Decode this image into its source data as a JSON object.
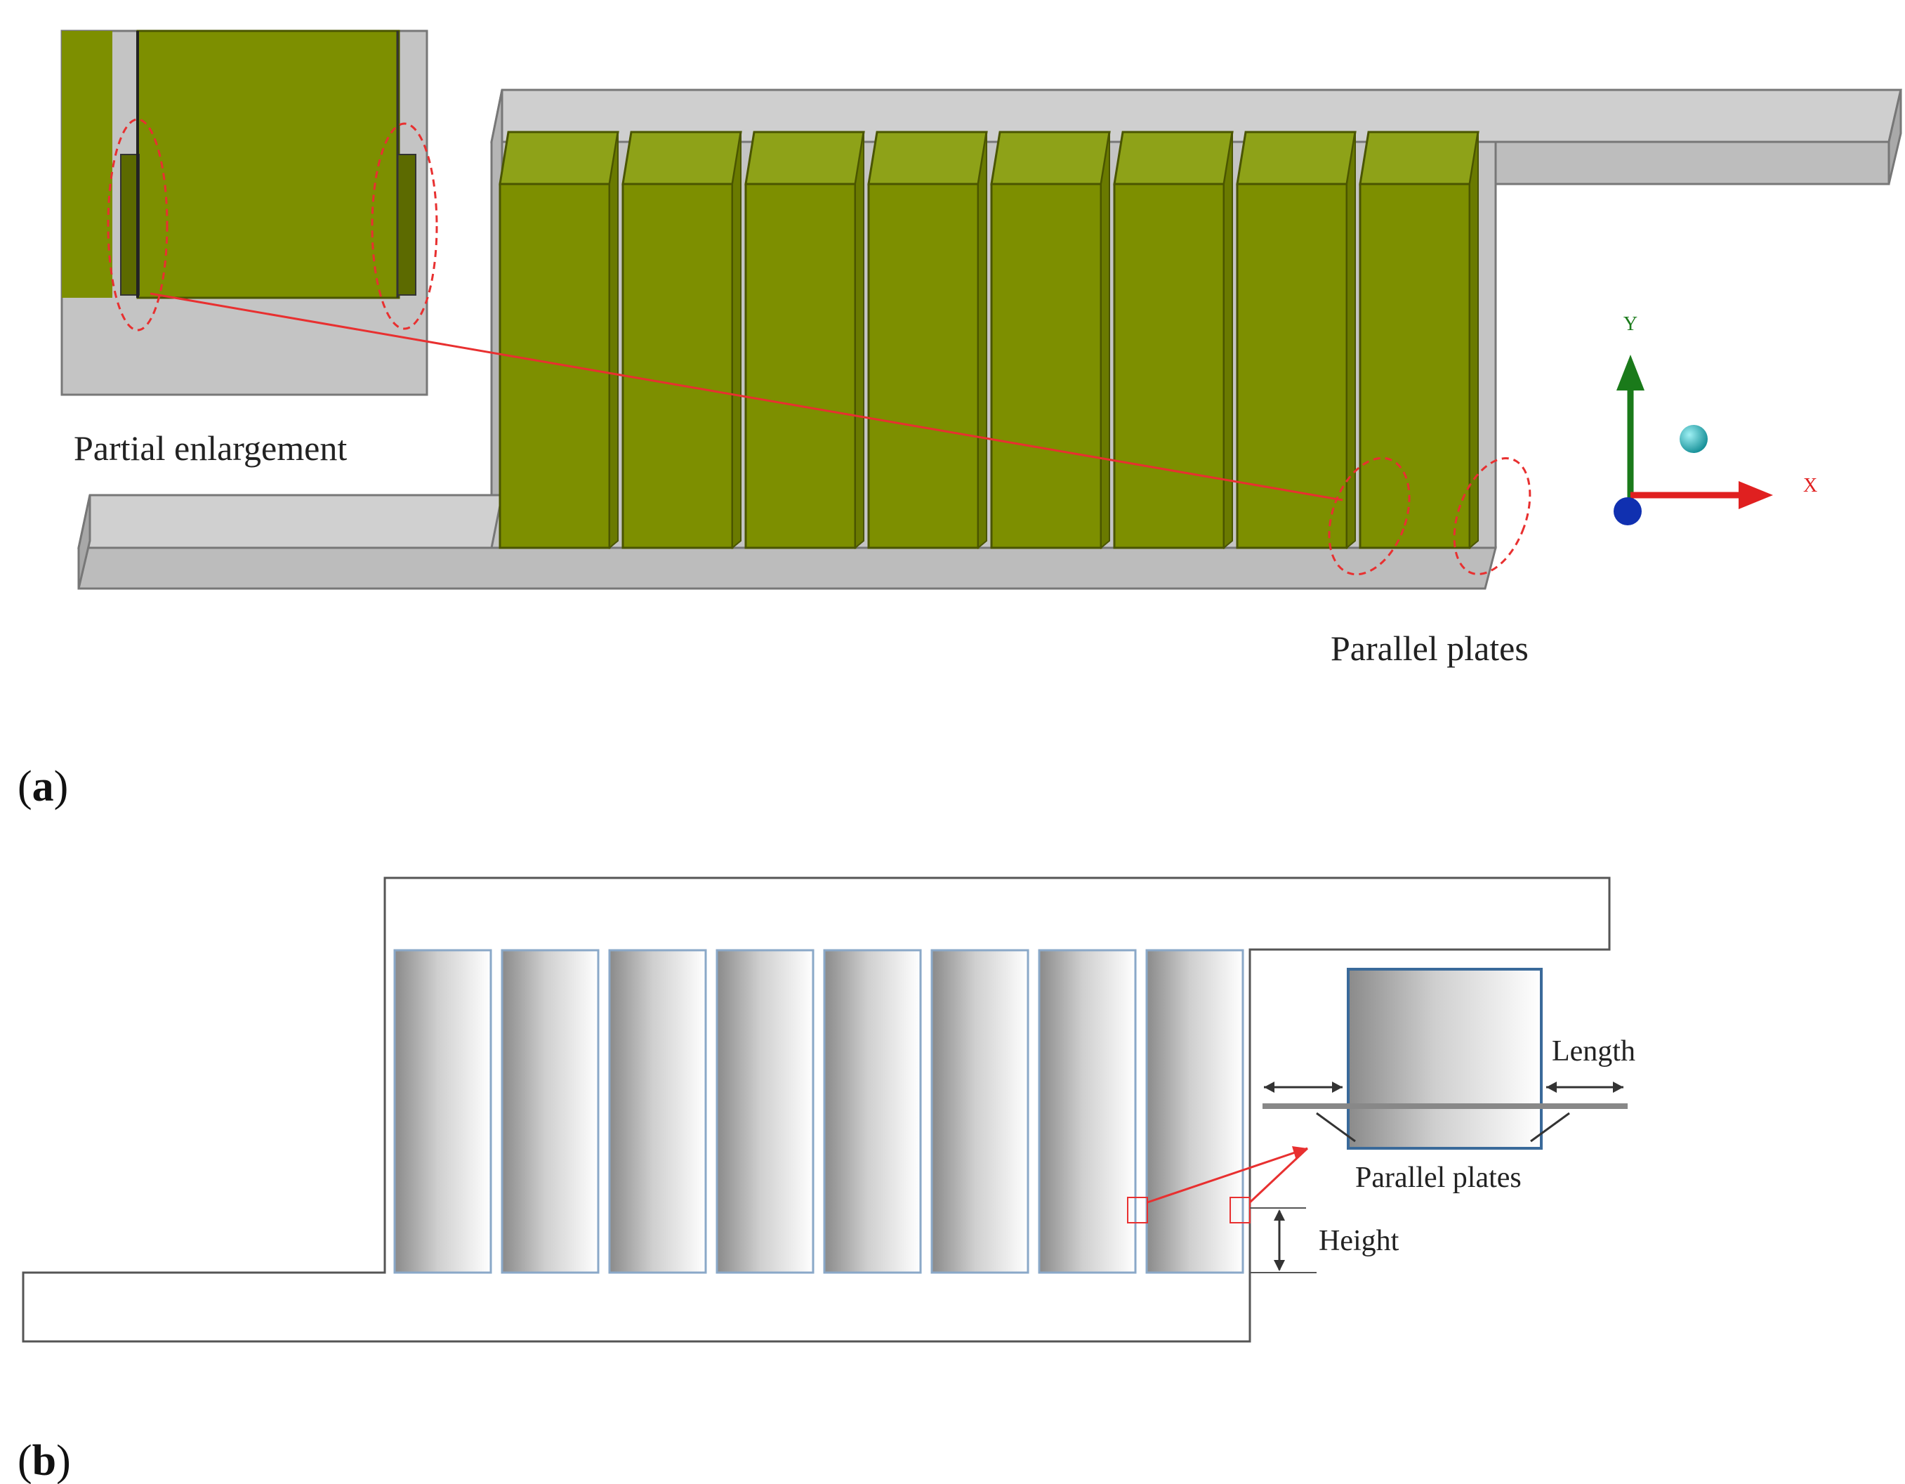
{
  "panel_a": {
    "letter_open": "(",
    "letter": "a",
    "letter_close": ")",
    "label_partial": "Partial enlargement",
    "label_plates": "Parallel plates",
    "axis_y": "Y",
    "axis_x": "X",
    "colors": {
      "fin": "#7d8f00",
      "fin_top": "#8ea218",
      "channel": "#c4c4c4",
      "highlight": "#e83030",
      "axis_y": "#1a7a1a",
      "axis_x": "#e02020",
      "axis_z": "#1030b0",
      "sphere": "#2ab0b8"
    }
  },
  "panel_b": {
    "letter_open": "(",
    "letter": "b",
    "letter_close": ")",
    "label_length": "Length",
    "label_plates": "Parallel plates",
    "label_height": "Height"
  }
}
